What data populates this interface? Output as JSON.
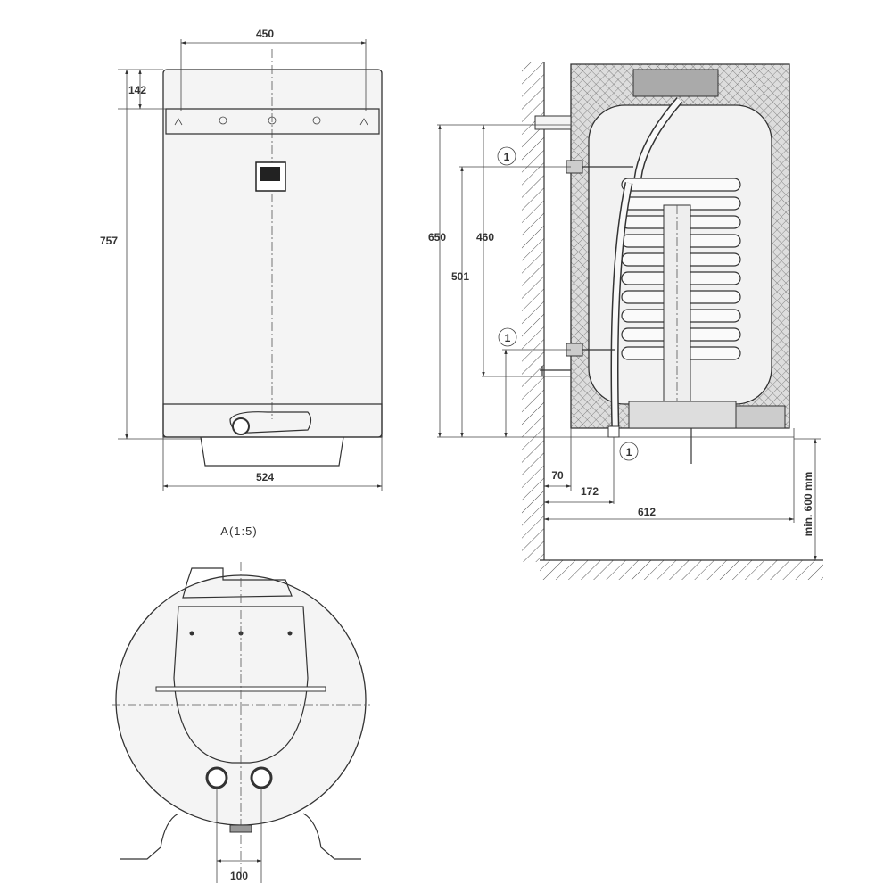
{
  "front_view": {
    "dim_width_top": "450",
    "dim_bracket_height": "142",
    "dim_total_height": "757",
    "dim_width_bottom": "524"
  },
  "side_view": {
    "dim_650": "650",
    "dim_460": "460",
    "dim_501": "501",
    "dim_70": "70",
    "dim_172": "172",
    "dim_612": "612",
    "dim_min_floor": "min. 600 mm",
    "callout": "1"
  },
  "bottom_view": {
    "caption": "A(1:5)",
    "dim_pipe_spacing": "100"
  }
}
